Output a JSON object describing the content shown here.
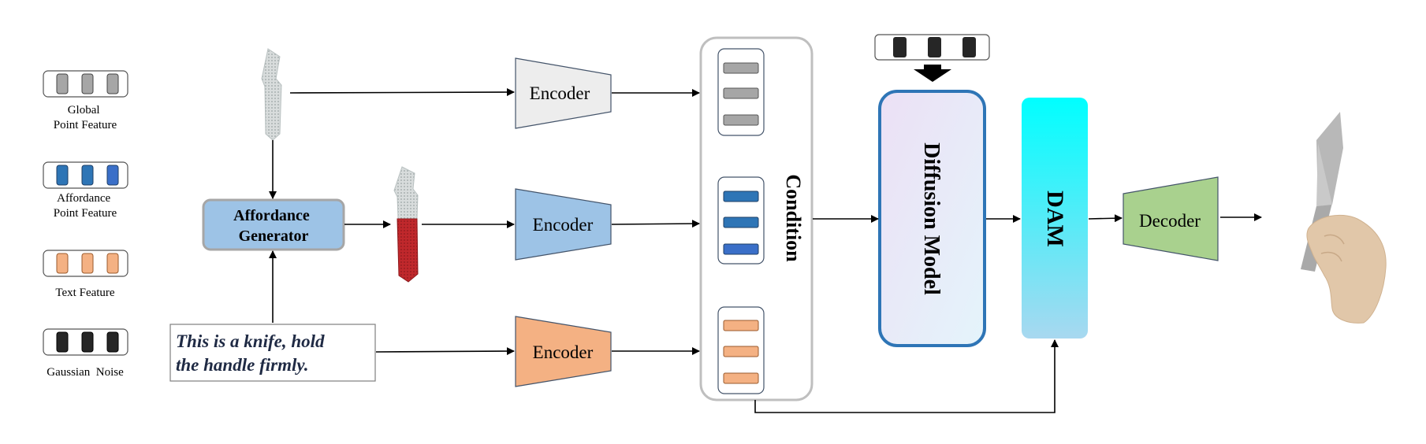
{
  "legend": {
    "global_point_feature": "Global\nPoint Feature",
    "affordance_point_feature": "Affordance\nPoint Feature",
    "text_feature": "Text Feature",
    "gaussian_noise": "Gaussian  Noise"
  },
  "nodes": {
    "affordance_generator": "Affordance\nGenerator",
    "encoder_global": "Encoder",
    "encoder_affordance": "Encoder",
    "encoder_text": "Encoder",
    "condition": "Condition",
    "diffusion_model": "Diffusion Model",
    "dam": "DAM",
    "decoder": "Decoder"
  },
  "text_prompt": "This is a knife, hold\nthe handle firmly.",
  "colors": {
    "global_feature": "#a6a6a6",
    "affordance_feature": "#2e75b6",
    "text_feature": "#f4b183",
    "noise": "#262626",
    "affordance_generator_fill": "#9dc3e6",
    "encoder_global_fill": "#ededed",
    "encoder_affordance_fill": "#9dc3e6",
    "encoder_text_fill": "#f4b183",
    "decoder_fill": "#a9d18e",
    "diffusion_border": "#2e75b6",
    "dam_top": "#00ffff",
    "dam_bottom": "#a8d8f0",
    "knife_red": "#c0282c"
  },
  "icons": [
    "point-cloud-knife-icon",
    "affordance-knife-icon",
    "hand-holding-knife-icon"
  ]
}
